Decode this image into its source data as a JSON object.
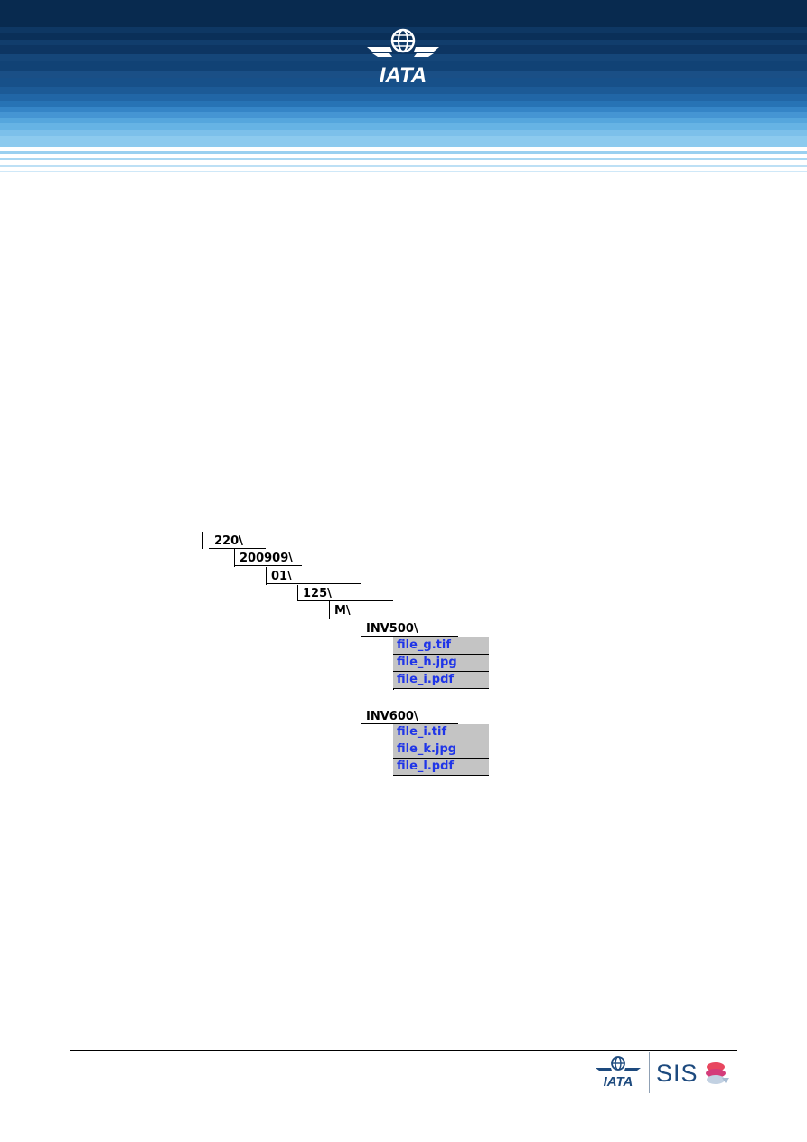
{
  "header": {
    "logo_text": "IATA",
    "colors": {
      "dark": "#0b2f57",
      "mid": "#1a5a94",
      "light": "#5fb3e6",
      "pale": "#b6dcf3"
    }
  },
  "tree": {
    "folders": [
      "220\\",
      "200909\\",
      "01\\",
      "125\\",
      "M\\"
    ],
    "invoices": [
      {
        "label": "INV500\\",
        "files": [
          "file_g.tif",
          "file_h.jpg",
          "file_i.pdf"
        ]
      },
      {
        "label": "INV600\\",
        "files": [
          "file_i.tif",
          "file_k.jpg",
          "file_l.pdf"
        ]
      }
    ],
    "colors": {
      "file_text": "#1f35e8",
      "file_bg": "#c4c4c4"
    }
  },
  "footer": {
    "iata_text": "IATA",
    "sis_text": "SIS"
  }
}
